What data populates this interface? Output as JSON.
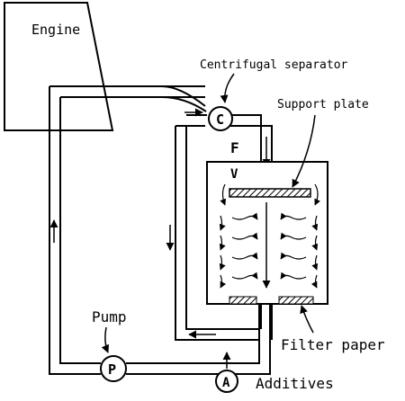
{
  "labels": {
    "engine": "Engine",
    "centrifugal_separator": "Centrifugal separator",
    "separator_symbol": "C",
    "filter_unit": "F",
    "vent": "V",
    "support_plate": "Support plate",
    "pump": "Pump",
    "pump_symbol": "P",
    "filter_paper": "Filter paper",
    "additives_symbol": "A",
    "additives": "Additives"
  }
}
